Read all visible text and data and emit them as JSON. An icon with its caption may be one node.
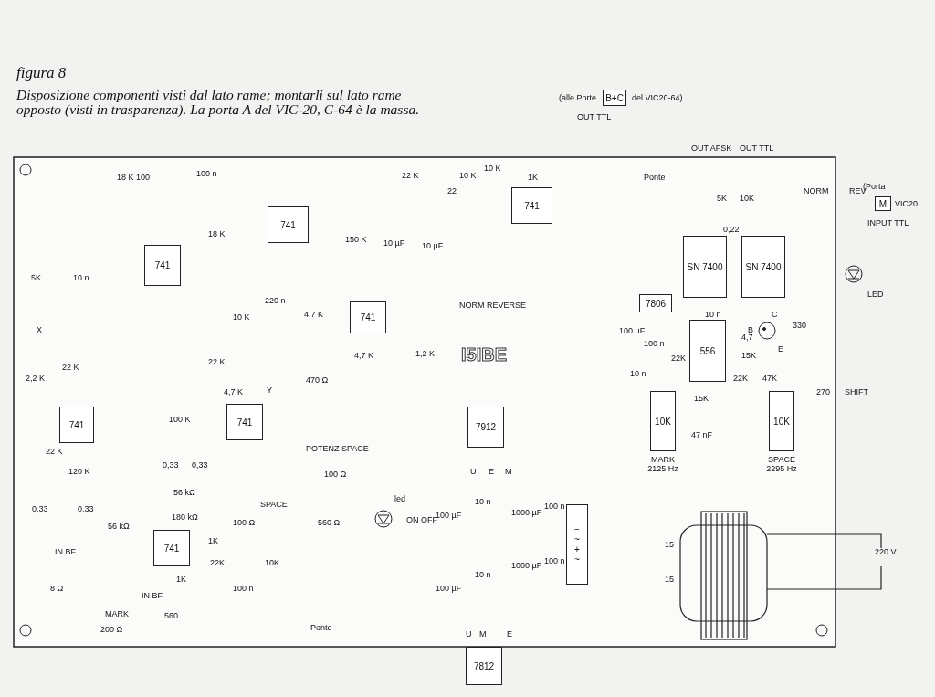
{
  "diagram": {
    "title": "figura 8",
    "caption": "Disposizione componenti visti dal lato rame; montarli sul lato rame opposto (visti in trasparenza). La porta A del VIC-20, C-64 è la massa.",
    "nodes": [
      {
        "text": [
          "741"
        ]
      },
      {
        "text": [
          "741"
        ]
      },
      {
        "text": [
          "741"
        ]
      },
      {
        "text": [
          "741"
        ]
      },
      {
        "text": [
          "741"
        ]
      },
      {
        "text": [
          "741"
        ]
      },
      {
        "text": [
          "741"
        ]
      },
      {
        "text": [
          "SN 7400"
        ]
      },
      {
        "text": [
          "SN 7400"
        ]
      },
      {
        "text": [
          "7806"
        ]
      },
      {
        "text": [
          "556"
        ]
      },
      {
        "text": [
          "10K"
        ],
        "beside": [
          "MARK",
          "2125 Hz"
        ]
      },
      {
        "text": [
          "10K"
        ],
        "beside": [
          "SPACE",
          "2295 Hz"
        ]
      },
      {
        "text": [
          "7912"
        ]
      },
      {
        "text": [
          "7812"
        ]
      },
      {
        "text": [
          "−",
          "~",
          "+",
          "~"
        ]
      },
      {
        "text": [
          "B+C"
        ]
      },
      {
        "text": [
          "M"
        ]
      }
    ],
    "labels": [
      "(alle Porte",
      "del VIC20-64)",
      "OUT TTL",
      "18 K 100",
      "100 n",
      "22 K",
      "22",
      "10 K",
      "10 K",
      "1K",
      "Ponte",
      "OUT AFSK",
      "OUT TTL",
      "18 K",
      "150 K",
      "10 µF",
      "10 µF",
      "5K",
      "10K",
      "0,22",
      "NORM",
      "REV",
      "(Porta",
      "VIC20",
      "INPUT TTL",
      "5K",
      "10 n",
      "220 n",
      "NORM REVERSE",
      "LED",
      "X",
      "10 K",
      "4,7 K",
      "4,7 K",
      "1,2 K",
      "470 Ω",
      "10 n",
      "100 µF",
      "100 n",
      "B",
      "C",
      "E",
      "330",
      "I5IBE",
      "22 K",
      "2,2 K",
      "22 K",
      "4,7",
      "22K",
      "15K",
      "10 n",
      "4,7 K",
      "Y",
      "22K",
      "47K",
      "15K",
      "270",
      "SHIFT",
      "47 nF",
      "22 K",
      "120 K",
      "100 K",
      "0,33",
      "0,33",
      "POTENZ SPACE",
      "100 Ω",
      "U",
      "E",
      "M",
      "56 kΩ",
      "180 kΩ",
      "0,33",
      "0,33",
      "56 kΩ",
      "SPACE",
      "100 Ω",
      "560 Ω",
      "led",
      "ON OFF",
      "100 µF",
      "10 n",
      "1000 µF",
      "100 n",
      "1K",
      "22K",
      "10K",
      "IN BF",
      "8 Ω",
      "100 n",
      "1K",
      "IN BF",
      "560",
      "100 µF",
      "10 n",
      "1000 µF",
      "100 n",
      "15",
      "15",
      "220 V",
      "MARK",
      "200 Ω",
      "Ponte",
      "U",
      "M",
      "E"
    ]
  }
}
